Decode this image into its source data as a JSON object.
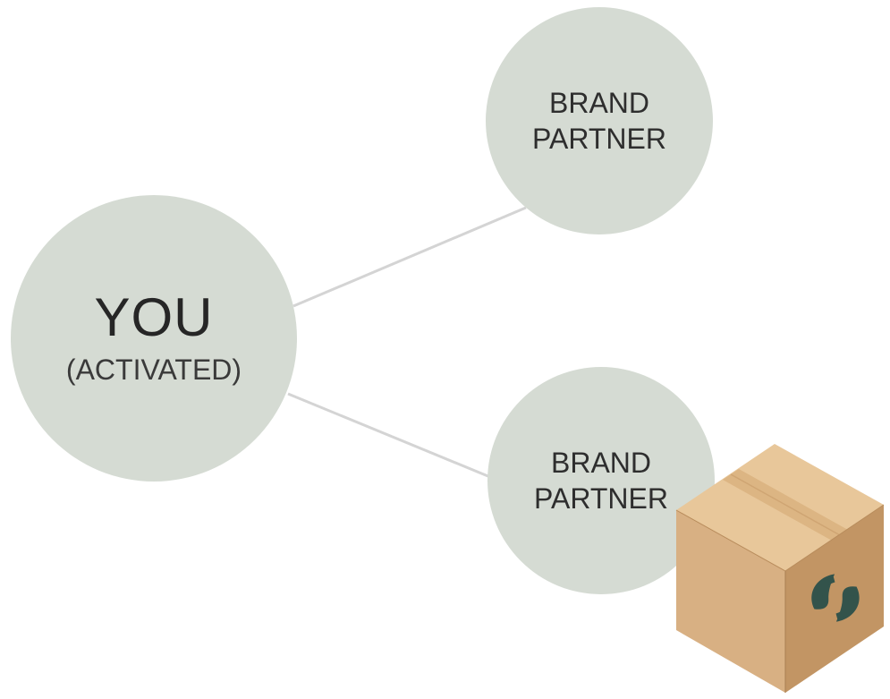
{
  "diagram": {
    "center_node": {
      "title": "YOU",
      "subtitle": "(ACTIVATED)"
    },
    "partner_nodes": [
      {
        "line1": "BRAND",
        "line2": "PARTNER"
      },
      {
        "line1": "BRAND",
        "line2": "PARTNER"
      }
    ],
    "box_icon": "shipping-box-icon",
    "logo_icon": "recycle-leaf-logo-icon"
  },
  "colors": {
    "node_fill": "#d5dbd3",
    "connector": "#d4d4d4",
    "box_top": "#e8c79a",
    "box_left": "#d8b083",
    "box_right": "#c29564",
    "logo": "#33534b"
  }
}
